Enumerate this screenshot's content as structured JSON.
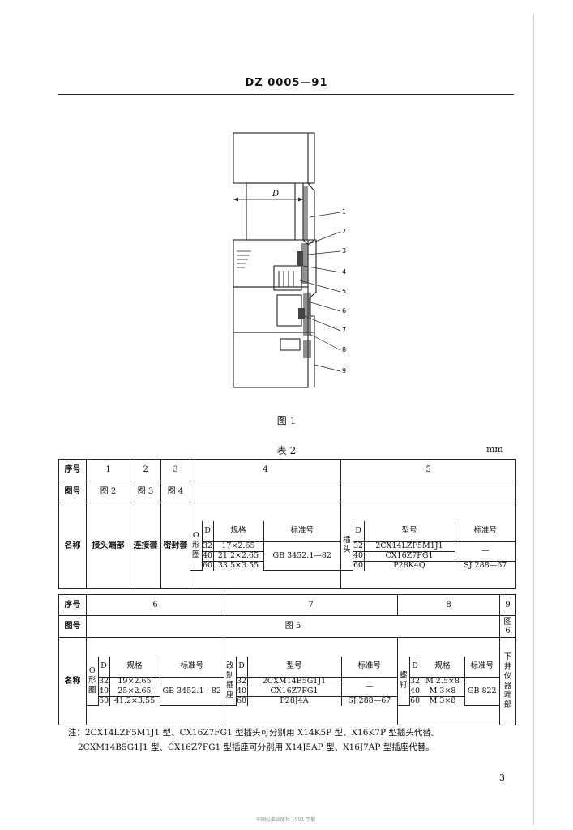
{
  "header": {
    "code": "DZ 0005—91"
  },
  "figure": {
    "caption": "图 1",
    "dimension_label": "D",
    "callouts": [
      "1",
      "2",
      "3",
      "4",
      "5",
      "6",
      "7",
      "8",
      "9"
    ]
  },
  "table": {
    "caption": "表 2",
    "unit": "mm",
    "part1": {
      "row_labels": {
        "seq": "序号",
        "fig": "图号",
        "name": "名称"
      },
      "seq": [
        "1",
        "2",
        "3",
        "4",
        "5"
      ],
      "fig": [
        "图 2",
        "图 3",
        "图 4",
        "",
        ""
      ],
      "names": [
        "接头端部",
        "连接套",
        "密封套"
      ],
      "col4": {
        "side_label": "O形圈",
        "headers": [
          "D",
          "规格",
          "标准号"
        ],
        "rows": [
          [
            "32",
            "17×2.65"
          ],
          [
            "40",
            "21.2×2.65"
          ],
          [
            "60",
            "33.5×3.55"
          ]
        ],
        "standard": "GB 3452.1—82"
      },
      "col5": {
        "side_label": "插头",
        "headers": [
          "D",
          "型号",
          "标准号"
        ],
        "rows": [
          [
            "32",
            "2CX14LZF5M1J1"
          ],
          [
            "40",
            "CX16Z7FG1"
          ],
          [
            "60",
            "P28K4Q"
          ]
        ],
        "std_merged": "—",
        "std_last": "SJ 288—67"
      }
    },
    "part2": {
      "seq": [
        "6",
        "7",
        "8",
        "9"
      ],
      "fig_merged": "图 5",
      "fig_last": "图 6",
      "col6": {
        "side_label": "O形圈",
        "headers": [
          "D",
          "规格",
          "标准号"
        ],
        "rows": [
          [
            "32",
            "19×2.65"
          ],
          [
            "40",
            "25×2.65"
          ],
          [
            "60",
            "41.2×3.55"
          ]
        ],
        "standard": "GB 3452.1—82"
      },
      "col7": {
        "side_label": "改制插座",
        "headers": [
          "D",
          "型号",
          "标准号"
        ],
        "rows": [
          [
            "32",
            "2CXM14B5G1J1"
          ],
          [
            "40",
            "CX16Z7FG1"
          ],
          [
            "60",
            "P28J4A"
          ]
        ],
        "std_merged": "—",
        "std_last": "SJ 288—67"
      },
      "col8": {
        "side_label": "螺钉",
        "headers": [
          "D",
          "规格",
          "标准号"
        ],
        "rows": [
          [
            "32",
            "M 2.5×8"
          ],
          [
            "40",
            "M 3×8"
          ],
          [
            "60",
            "M 3×8"
          ]
        ],
        "standard": "GB 822"
      },
      "col9_name": "下井仪器端部"
    }
  },
  "notes": {
    "line1": "注：2CX14LZF5M1J1 型、CX16Z7FG1 型插头可分别用 X14K5P 型、X16K7P 型插头代替。",
    "line2": "2CXM14B5G1J1 型、CX16Z7FG1 型插座可分别用 X14J5AP 型、X16J7AP 型插座代替。"
  },
  "page_number": "3",
  "footer": "中国标准出版社 1991 下载"
}
